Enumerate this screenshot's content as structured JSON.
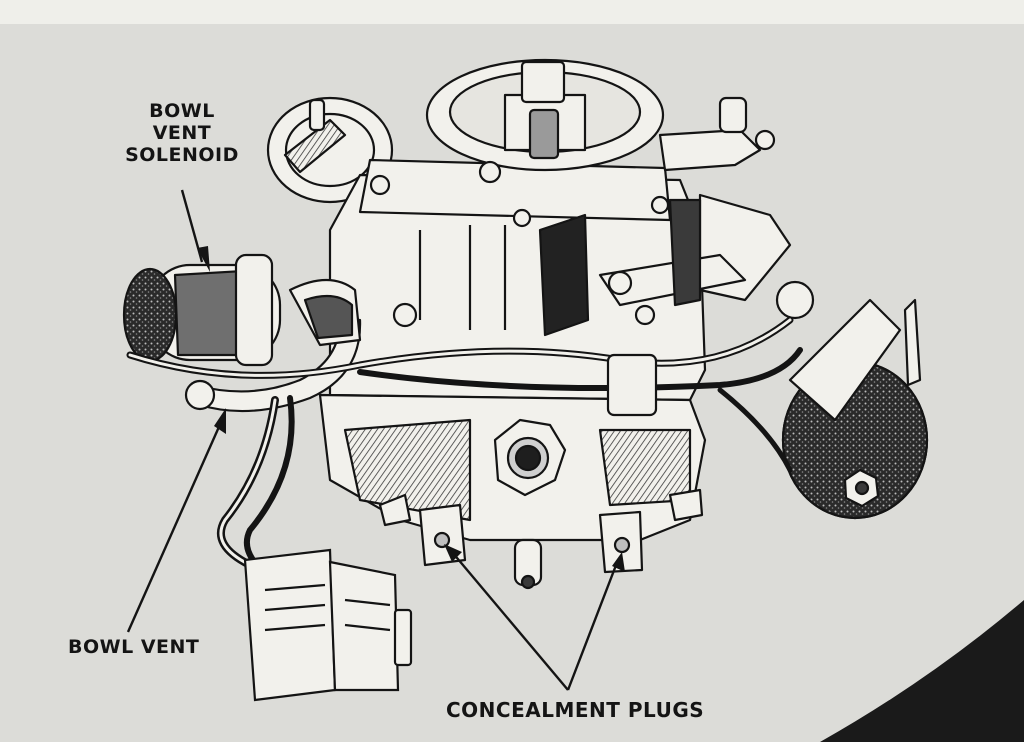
{
  "labels": {
    "bowl_vent_solenoid": [
      "BOWL",
      "VENT",
      "SOLENOID"
    ],
    "bowl_vent": "BOWL VENT",
    "concealment_plugs": "CONCEALMENT PLUGS"
  },
  "colors": {
    "paper": "#dcdcd8",
    "ink": "#141414",
    "shade": "#555555",
    "fill": "#f2f1ec",
    "dark_corner": "#1a1a1a"
  }
}
